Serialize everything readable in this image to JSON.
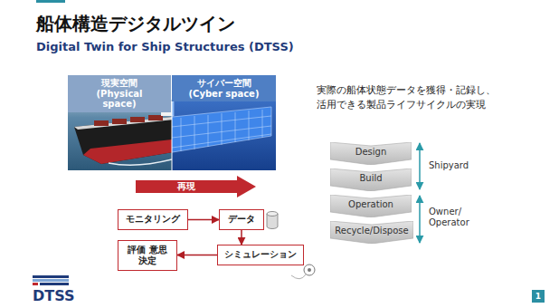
{
  "diagram": {
    "title": "船体構造デジタルツイン",
    "nodes": [
      {
        "text": [
          "現実空間 (Physical space)"
        ]
      },
      {
        "text": [
          "サイバー空間 (Cyber space)"
        ]
      },
      {
        "text": [
          "モニタリング"
        ]
      },
      {
        "text": [
          "データ"
        ]
      },
      {
        "text": [
          "評価 意思決定"
        ]
      },
      {
        "text": [
          "シミュレーション"
        ]
      },
      {
        "text": [
          "Design"
        ]
      },
      {
        "text": [
          "Build"
        ]
      },
      {
        "text": [
          "Operation"
        ]
      },
      {
        "text": [
          "Recycle/Dispose"
        ]
      }
    ],
    "edges": [
      {
        "from": 2,
        "to": 3,
        "arrow": "to"
      },
      {
        "from": 3,
        "to": 5,
        "arrow": "to"
      },
      {
        "from": 5,
        "to": 4,
        "arrow": "to"
      }
    ],
    "labels": [
      "Digital Twin for Ship Structures (DTSS)",
      "再現",
      "実際の船体状態データを獲得・記録し、 活用できる製品ライフサイクルの実現",
      "Shipyard",
      "Owner/ Operator",
      "DTSS",
      "1"
    ]
  }
}
